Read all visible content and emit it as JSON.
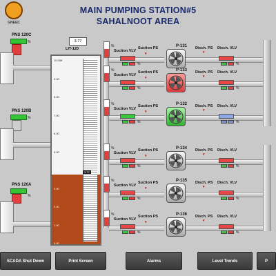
{
  "header": {
    "title_line1": "MAIN PUMPING STATION#5",
    "title_line2": "SAHALNOOT AREA",
    "logo_text": "GNEEC"
  },
  "tank": {
    "value": "3.77",
    "label": "LIT-120",
    "level_marker": "3.77",
    "level_fraction": 0.37,
    "ticks": [
      "10.00ft",
      "9.00",
      "8.00",
      "7.00",
      "6.00",
      "5.00",
      "4.00",
      "3.00",
      "2.00",
      "1.00",
      "0.00"
    ]
  },
  "pns": [
    {
      "label": "PNS 120C"
    },
    {
      "label": "PNS 120B"
    },
    {
      "label": "PNS 120A"
    }
  ],
  "pumps": [
    {
      "id": "P-131",
      "suction_vlv": "Suction VLV",
      "suction_ps": "Suction PS",
      "disch_ps": "Disch. PS",
      "disch_vlv": "Disch. VLV",
      "state": "grey"
    },
    {
      "id": "P-133",
      "suction_vlv": "Suction VLV",
      "suction_ps": "Suction PS",
      "disch_ps": "Disch. PS",
      "disch_vlv": "Disch. VLV",
      "state": "red"
    },
    {
      "id": "P-132",
      "suction_vlv": "Suction VLV",
      "suction_ps": "Suction PS",
      "disch_ps": "Disch. PS",
      "disch_vlv": "Disch. VLV",
      "state": "green"
    },
    {
      "id": "P-134",
      "suction_vlv": "Suction VLV",
      "suction_ps": "Suction PS",
      "disch_ps": "Disch. PS",
      "disch_vlv": "Disch. VLV",
      "state": "grey"
    },
    {
      "id": "P-135",
      "suction_vlv": "Suction VLV",
      "suction_ps": "Suction PS",
      "disch_ps": "Disch. PS",
      "disch_vlv": "Disch. VLV",
      "state": "grey"
    },
    {
      "id": "P-136",
      "suction_vlv": "Suction VLV",
      "suction_ps": "Suction PS",
      "disch_ps": "Disch. PS",
      "disch_vlv": "Disch. VLV",
      "state": "grey"
    }
  ],
  "percent_sign": "%",
  "buttons": {
    "shutdown": "SCADA Shut Down",
    "print": "Print Screen",
    "alarms": "Alarms",
    "level_trends": "Level Trends",
    "partial": "P"
  },
  "colors": {
    "accent": "#1a2a6a",
    "tank_fill": "#b24a1c",
    "running": "#3cc43c",
    "stopped": "#e04040"
  }
}
